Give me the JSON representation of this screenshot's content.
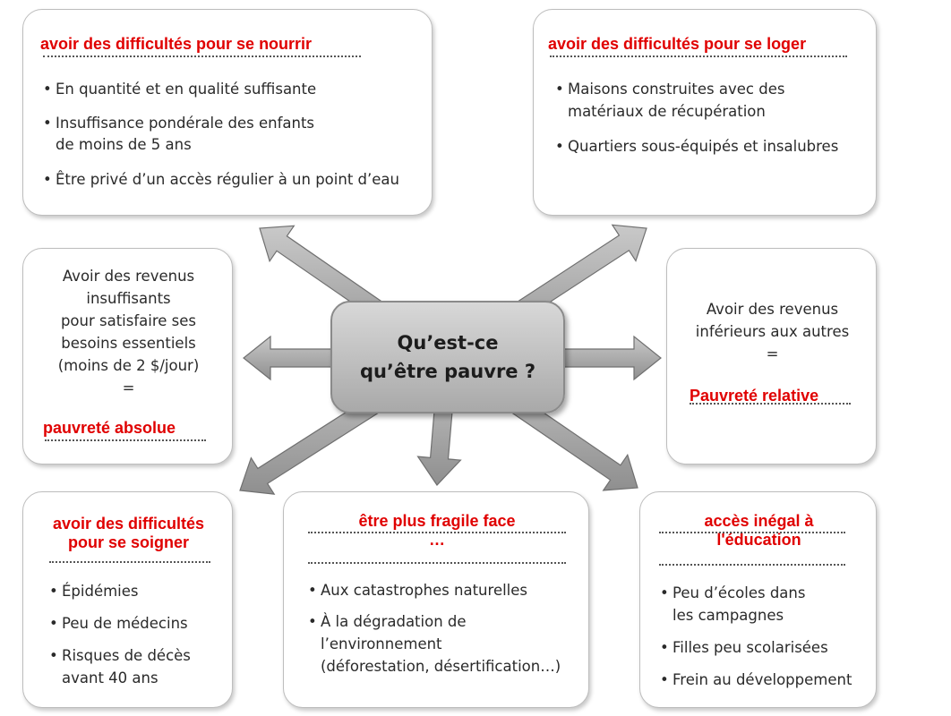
{
  "center": {
    "line1": "Qu’est-ce",
    "line2": "qu’être pauvre ?"
  },
  "food": {
    "title": "avoir des difficultés pour se nourrir",
    "items": [
      "En quantité et en qualité suffisante",
      "Insuffisance pondérale des enfants",
      "de moins de 5 ans",
      "Être privé d’un accès régulier à un point d’eau"
    ]
  },
  "housing": {
    "title": "avoir des difficultés pour se loger",
    "items": [
      "Maisons construites avec des",
      "matériaux de récupération",
      "Quartiers sous-équipés et insalubres"
    ]
  },
  "absolute": {
    "lines": [
      "Avoir des revenus",
      "insuffisants",
      "pour satisfaire ses",
      "besoins essentiels",
      "(moins de 2 $/jour)",
      "="
    ],
    "title": "pauvreté absolue"
  },
  "relative": {
    "lines": [
      "Avoir des revenus",
      "inférieurs aux autres",
      "="
    ],
    "title": "Pauvreté relative"
  },
  "health": {
    "title_lines": [
      "avoir des difficultés",
      "pour se soigner"
    ],
    "items": [
      "Épidémies",
      "Peu de médecins",
      "Risques de décès",
      "avant 40 ans"
    ]
  },
  "fragile": {
    "title_lines": [
      "être plus fragile face",
      "…"
    ],
    "items": [
      "Aux catastrophes naturelles",
      "À la dégradation de",
      "l’environnement",
      "(déforestation, désertification…)"
    ]
  },
  "education": {
    "title_lines": [
      "accès inégal à",
      "l'éducation"
    ],
    "items": [
      "Peu d’écoles dans",
      "les campagnes",
      "Filles peu scolarisées",
      "Frein au développement"
    ]
  }
}
